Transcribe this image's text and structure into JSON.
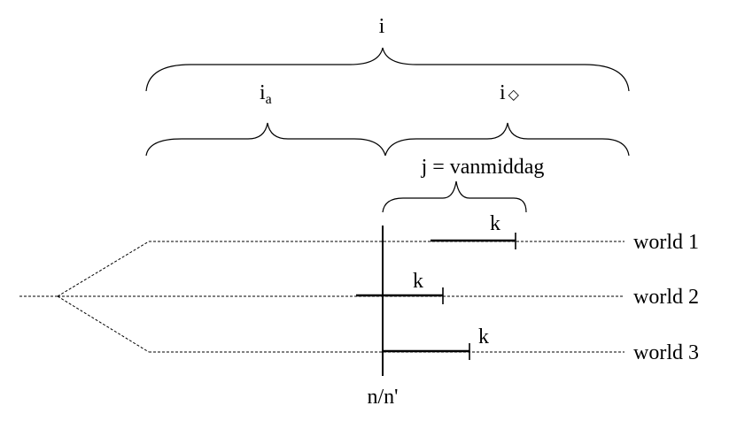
{
  "braces": {
    "outer_label": "i",
    "left_label_base": "i",
    "left_label_sub": "a",
    "right_label_base": "i",
    "right_label_sub": "◇",
    "j_label": "j = vanmiddag"
  },
  "worlds": [
    {
      "label": "world 1",
      "k_label": "k"
    },
    {
      "label": "world 2",
      "k_label": "k"
    },
    {
      "label": "world 3",
      "k_label": "k"
    }
  ],
  "now_label": "n/n'"
}
